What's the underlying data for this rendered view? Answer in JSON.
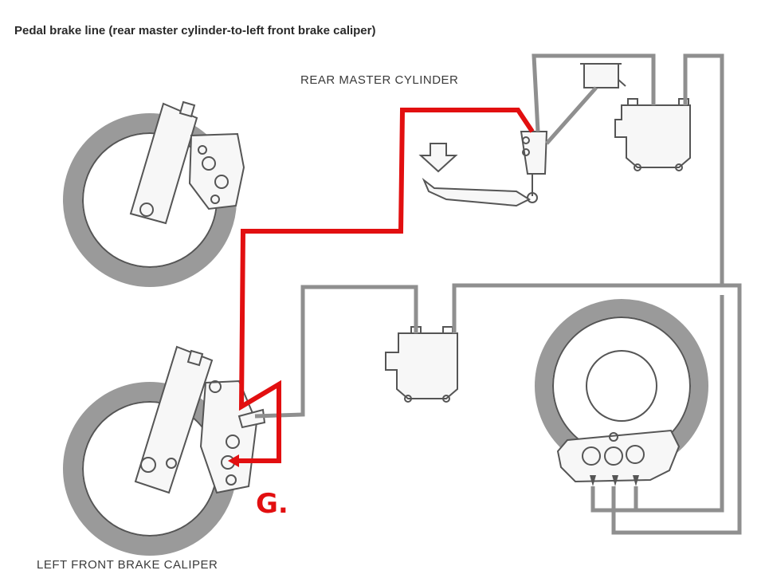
{
  "title": "Pedal brake line (rear master cylinder-to-left front brake caliper)",
  "labels": {
    "rear_master_cylinder": "REAR MASTER CYLINDER",
    "left_front_brake_caliper": "LEFT FRONT BRAKE CALIPER"
  },
  "callout": "G.",
  "colors": {
    "highlight_line": "#e20f10",
    "brake_line": "#8f8f8f",
    "tire": "#9a9a9a",
    "outline": "#555555"
  }
}
